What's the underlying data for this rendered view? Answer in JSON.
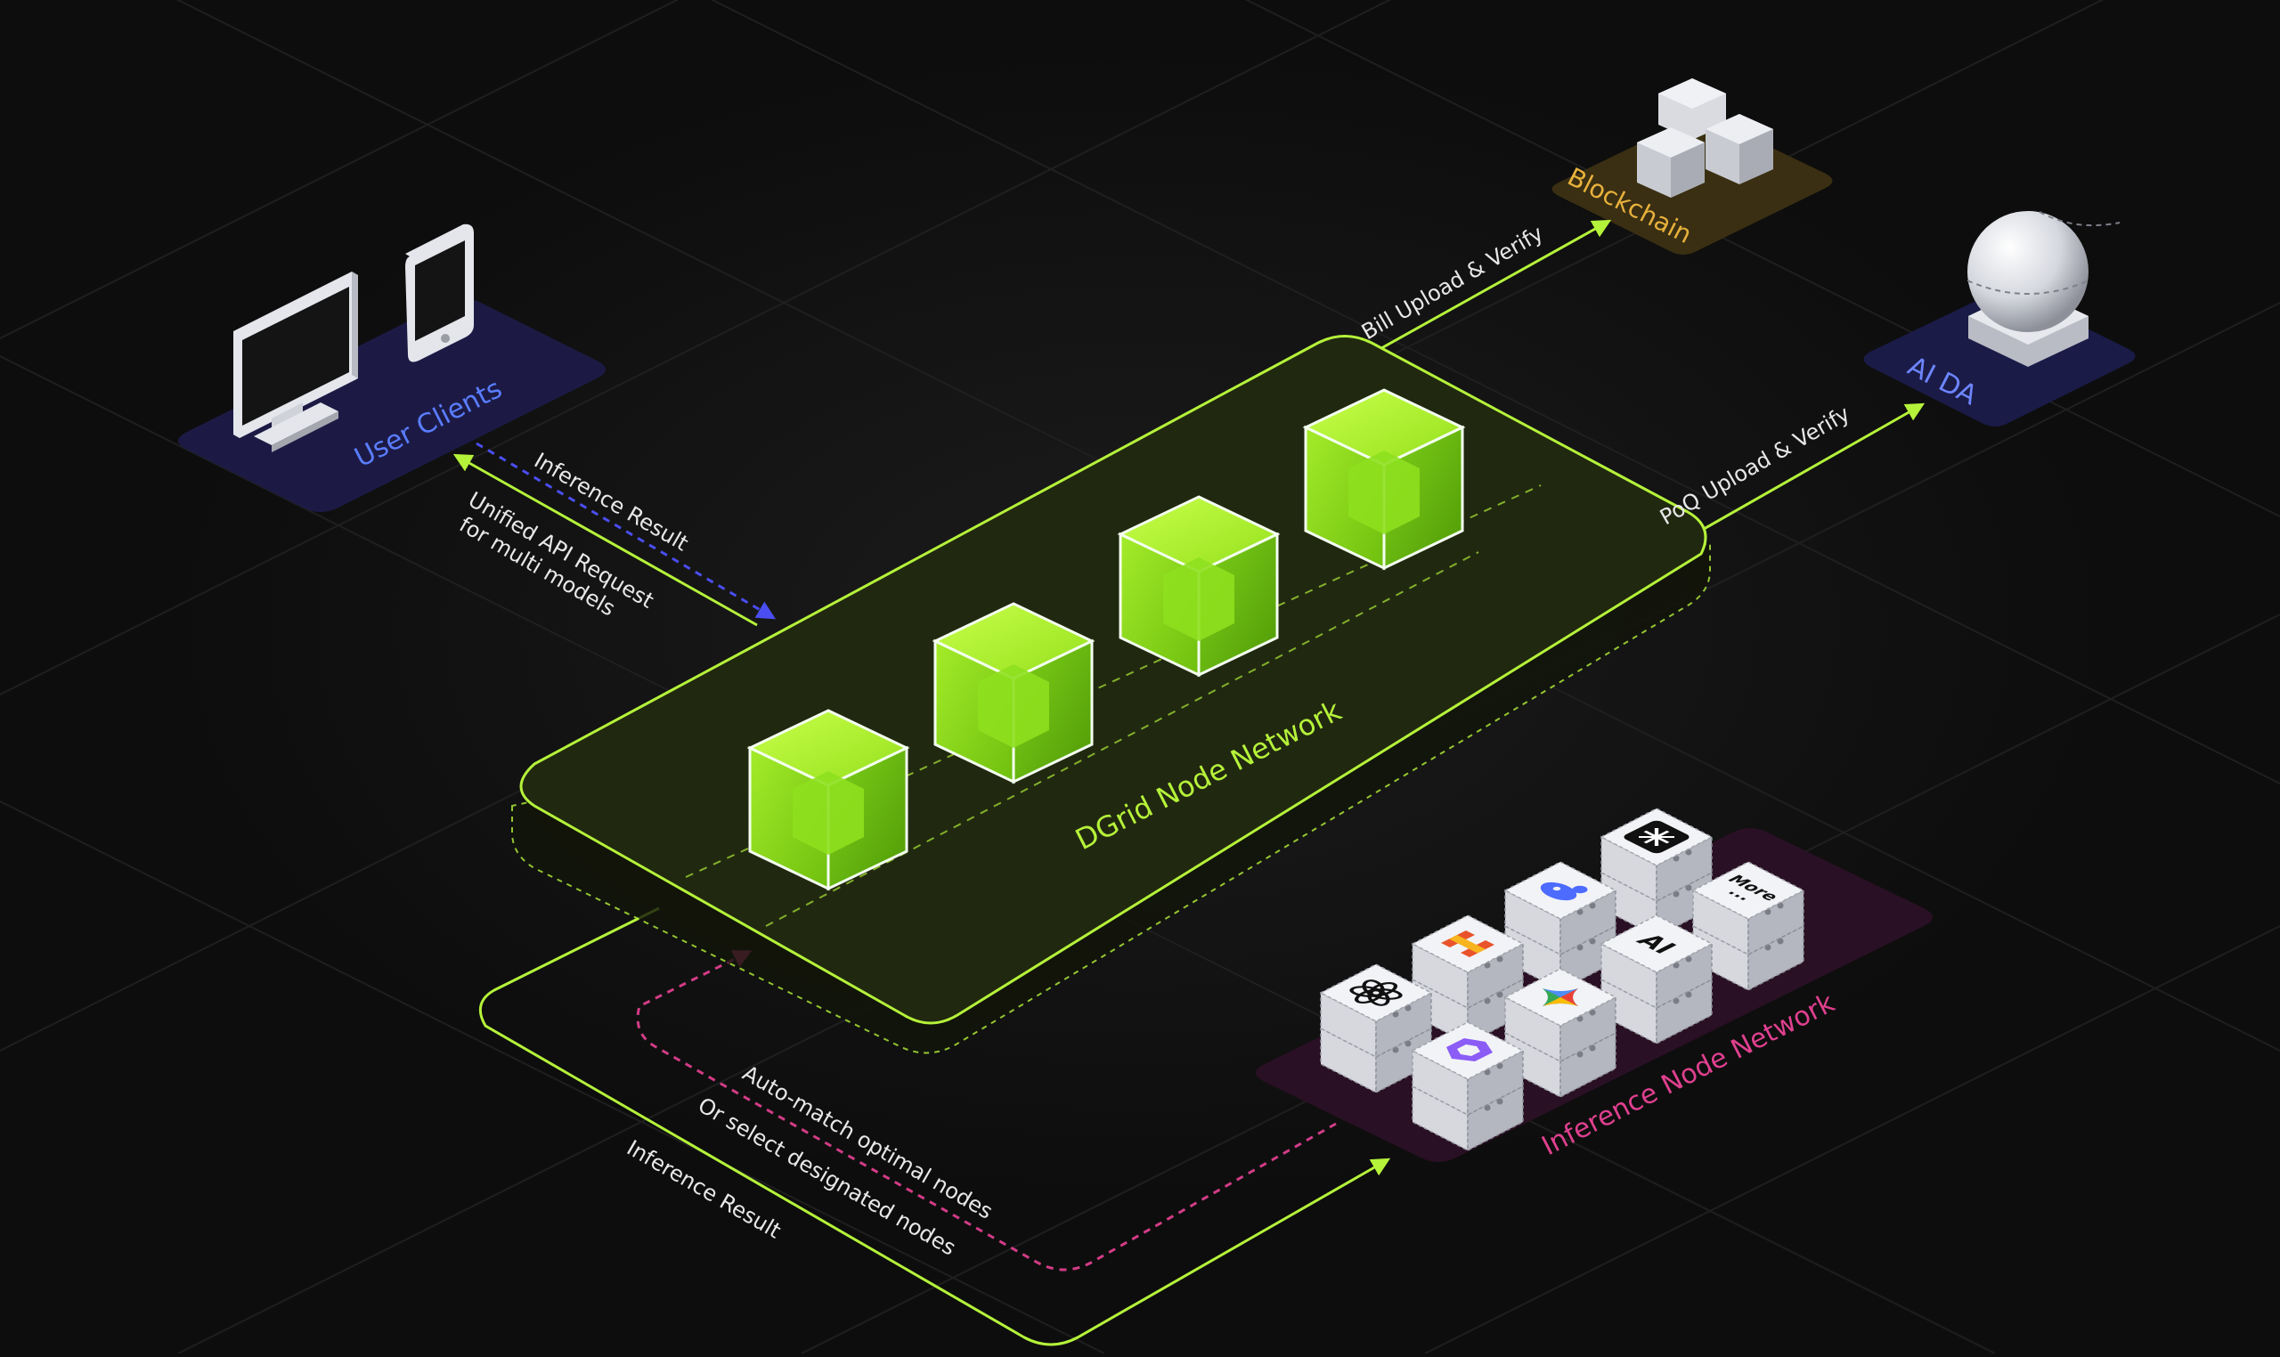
{
  "labels": {
    "user_clients": "User Clients",
    "dgrid_network": "DGrid Node Network",
    "blockchain": "Blockchain",
    "ai_da": "AI DA",
    "inference_network": "Inference Node Network"
  },
  "flows": {
    "inference_result_top": "Inference Result",
    "unified_api_line1": "Unified API Request",
    "unified_api_line2": "for multi models",
    "bill_upload": "Bill Upload & Verify",
    "poq_upload": "PoQ Upload & Verify",
    "auto_match": "Auto-match optimal nodes",
    "or_select": "Or select designated nodes",
    "inference_result_bottom": "Inference Result"
  },
  "model_badges": {
    "more": "More",
    "more_dots": "...",
    "anthropic": "AI"
  },
  "icons": {
    "clients": [
      "monitor-icon",
      "phone-icon"
    ],
    "blockchain": "hexagon-blocks-icon",
    "ai_da": "sphere-icon",
    "models": [
      "openai-icon",
      "hugging-face-icon",
      "deepseek-icon",
      "perplexity-icon",
      "stability-icon",
      "gemini-icon",
      "anthropic-icon",
      "more-icon"
    ]
  },
  "colors": {
    "background": "#0d0d0d",
    "accent_green": "#b5f23a",
    "cube_green": "#7fd11a",
    "user_blue": "#5a7dff",
    "blockchain_gold": "#e8b13c",
    "ai_da_blue": "#6d86ff",
    "inference_pink": "#e0408f",
    "dashed_blue": "#4a4ef0",
    "dashed_pink": "#d23c86"
  }
}
